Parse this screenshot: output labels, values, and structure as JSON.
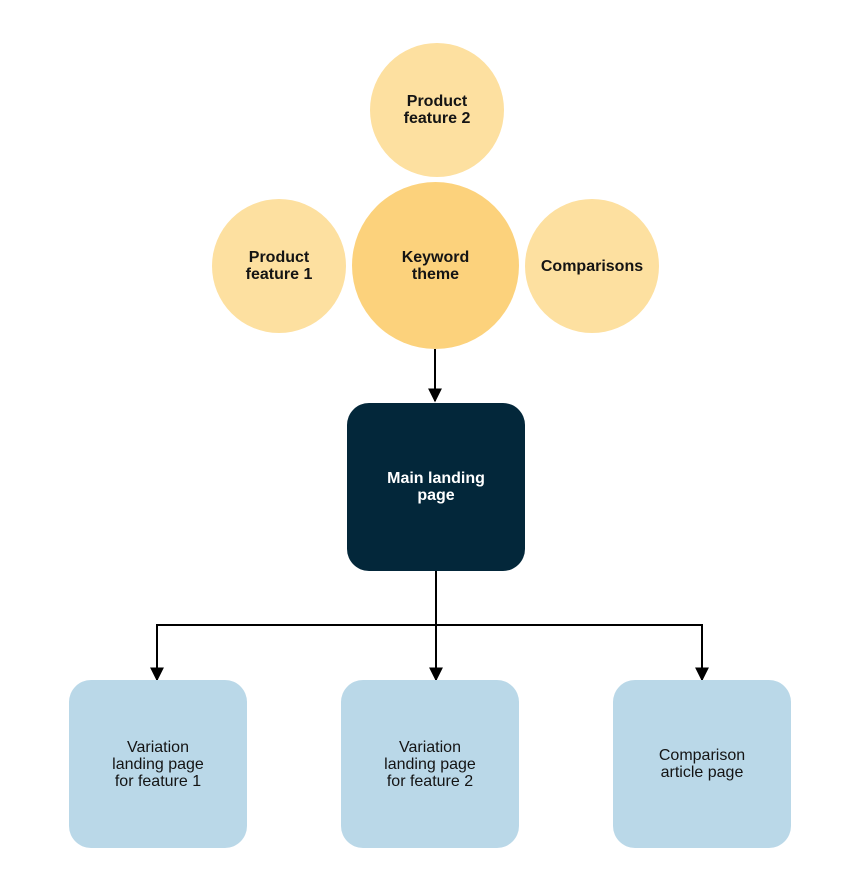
{
  "diagram": {
    "circles": {
      "product_feature_2": "Product\nfeature 2",
      "product_feature_1": "Product\nfeature 1",
      "keyword_theme": "Keyword\ntheme",
      "comparisons": "Comparisons"
    },
    "main_box": "Main landing\npage",
    "children": {
      "variation_1": "Variation\nlanding page\nfor feature 1",
      "variation_2": "Variation\nlanding page\nfor feature 2",
      "comparison_article": "Comparison\narticle page"
    }
  },
  "colors": {
    "circle_light": "#fde0a0",
    "circle_main": "#fcd27c",
    "main_box": "#03273a",
    "child_box": "#bad8e8",
    "connector": "#000000"
  }
}
